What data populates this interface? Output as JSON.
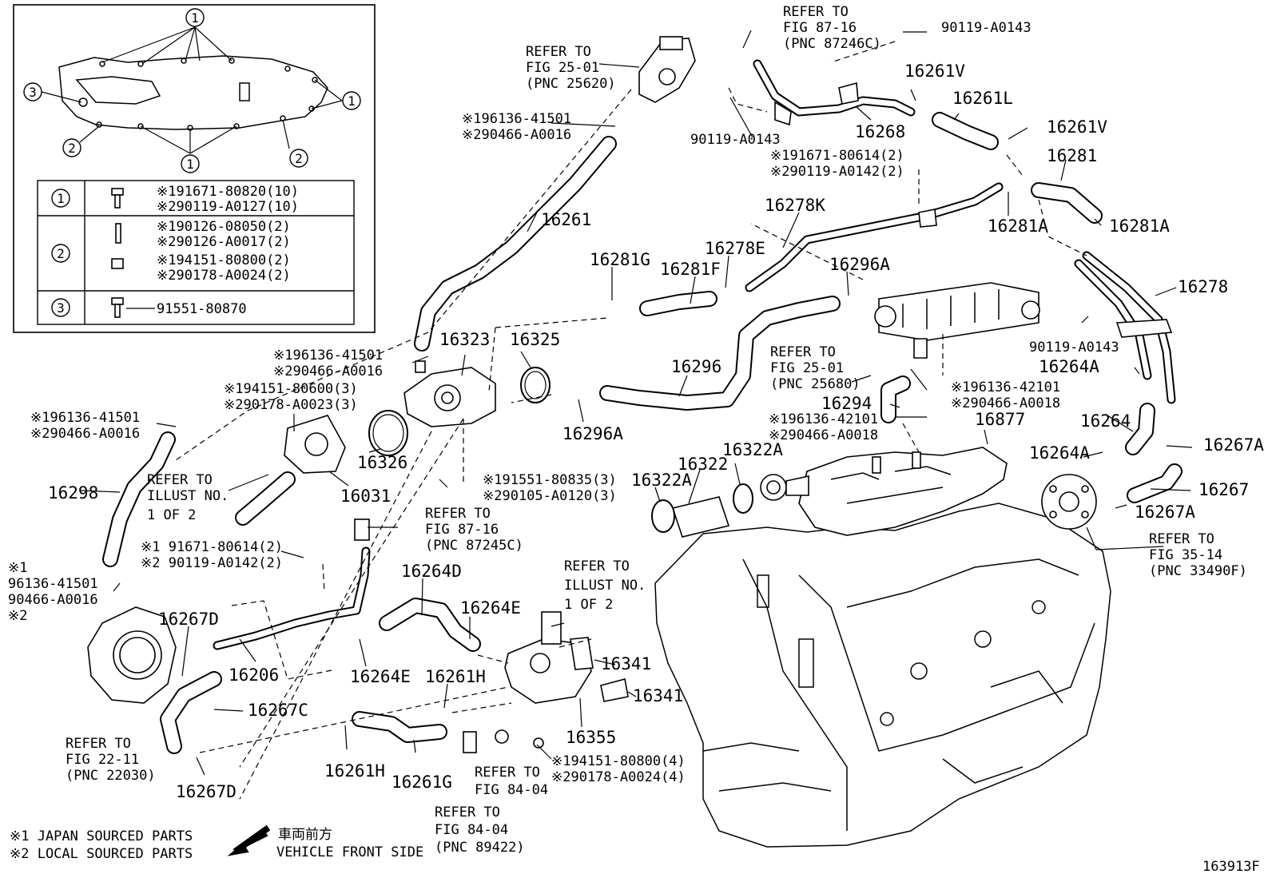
{
  "inset": {
    "callouts": [
      "1",
      "1",
      "1",
      "2",
      "2",
      "3"
    ],
    "table": [
      {
        "key": "1",
        "lines": [
          "※191671-80820(10)",
          "※290119-A0127(10)"
        ]
      },
      {
        "key": "2",
        "lines": [
          "※190126-08050(2)",
          "※290126-A0017(2)",
          "※194151-80800(2)",
          "※290178-A0024(2)"
        ]
      },
      {
        "key": "3",
        "lines": [
          "91551-80870"
        ]
      }
    ]
  },
  "parts": {
    "p16261": "16261",
    "p16261V_a": "16261V",
    "p16261L": "16261L",
    "p16261V_b": "16261V",
    "p16268": "16268",
    "p16281": "16281",
    "p16281A_a": "16281A",
    "p16281A_b": "16281A",
    "p16278K": "16278K",
    "p16278E": "16278E",
    "p16281G": "16281G",
    "p16281F": "16281F",
    "p16296A_a": "16296A",
    "p16278": "16278",
    "p16323": "16323",
    "p16325": "16325",
    "p16296": "16296",
    "p16294": "16294",
    "p16296A_b": "16296A",
    "p16264A_a": "16264A",
    "p16264": "16264",
    "p16877": "16877",
    "p16264A_b": "16264A",
    "p16267A_a": "16267A",
    "p16267": "16267",
    "p16267A_b": "16267A",
    "p16298": "16298",
    "p16326": "16326",
    "p16031": "16031",
    "p16322": "16322",
    "p16322A_a": "16322A",
    "p16322A_b": "16322A",
    "p16264D": "16264D",
    "p16264E_a": "16264E",
    "p16267D_a": "16267D",
    "p16206": "16206",
    "p16264E_b": "16264E",
    "p16261H_a": "16261H",
    "p16341_a": "16341",
    "p16341_b": "16341",
    "p16267C": "16267C",
    "p16355": "16355",
    "p16261H_b": "16261H",
    "p16261G": "16261G",
    "p16267D_b": "16267D"
  },
  "fasteners": {
    "f1": [
      "90119-A0143"
    ],
    "f2": [
      "90119-A0143"
    ],
    "f3": [
      "※191671-80614(2)",
      "※290119-A0142(2)"
    ],
    "f4": [
      "※196136-41501",
      "※290466-A0016"
    ],
    "f5": [
      "※196136-41501",
      "※290466-A0016"
    ],
    "f6": [
      "※194151-80600(3)",
      "※290178-A0023(3)"
    ],
    "f7": [
      "※196136-41501",
      "※290466-A0016"
    ],
    "f8": [
      "90119-A0143"
    ],
    "f9": [
      "※196136-42101",
      "※290466-A0018"
    ],
    "f10": [
      "※196136-42101",
      "※290466-A0018"
    ],
    "f11": [
      "※191551-80835(3)",
      "※290105-A0120(3)"
    ],
    "f12": [
      "※1 91671-80614(2)",
      "※2 90119-A0142(2)"
    ],
    "f13": [
      "※1",
      "96136-41501",
      "90466-A0016",
      "※2"
    ],
    "f14": [
      "※194151-80800(4)",
      "※290178-A0024(4)"
    ]
  },
  "refs": {
    "r1": [
      "REFER TO",
      "FIG 25-01",
      "(PNC 25620)"
    ],
    "r2": [
      "REFER TO",
      "FIG 87-16",
      "(PNC 87246C)"
    ],
    "r3": [
      "REFER TO",
      "FIG 25-01",
      "(PNC 25680)"
    ],
    "r4": [
      "REFER TO",
      "ILLUST NO.",
      "1 OF 2"
    ],
    "r5": [
      "REFER TO",
      "FIG 87-16",
      "(PNC 87245C)"
    ],
    "r6": [
      "REFER TO",
      "ILLUST NO.",
      "1 OF 2"
    ],
    "r7": [
      "REFER TO",
      "FIG 35-14",
      "(PNC 33490F)"
    ],
    "r8": [
      "REFER TO",
      "FIG 22-11",
      "(PNC 22030)"
    ],
    "r9": [
      "REFER TO",
      "FIG 84-04"
    ],
    "r10": [
      "REFER TO",
      "FIG 84-04",
      "(PNC 89422)"
    ]
  },
  "footer": {
    "note1": "※1 JAPAN SOURCED PARTS",
    "note2": "※2 LOCAL SOURCED PARTS",
    "front_jp": "車両前方",
    "front_en": "VEHICLE FRONT SIDE",
    "drawing_id": "163913F"
  }
}
